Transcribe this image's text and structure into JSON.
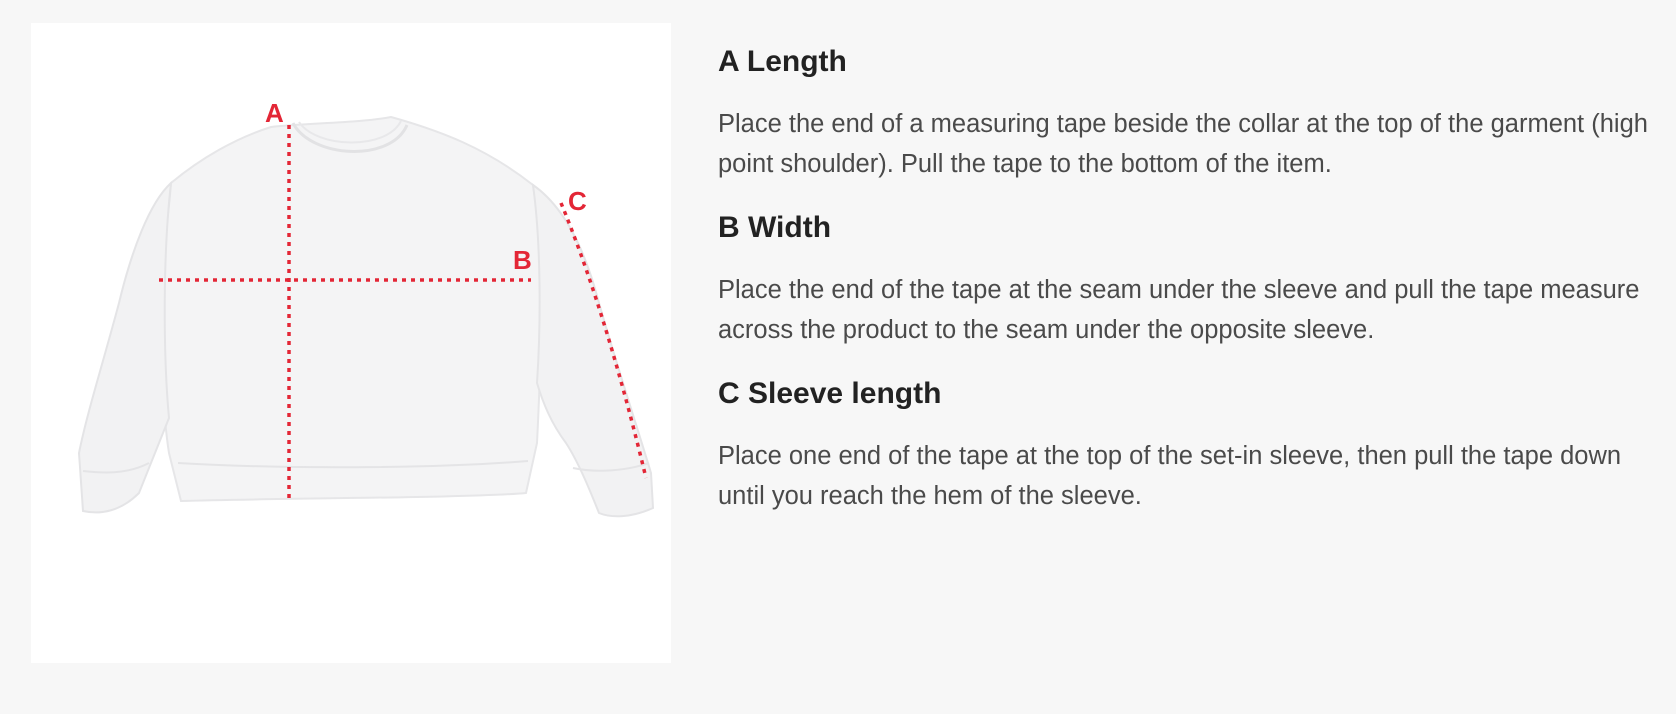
{
  "image": {
    "markers": [
      {
        "letter": "A"
      },
      {
        "letter": "B"
      },
      {
        "letter": "C"
      }
    ],
    "colors": {
      "measure_line": "#e32636",
      "garment": "#f4f4f5",
      "panel_bg": "#ffffff"
    },
    "icon": "sweatshirt-measurement-diagram"
  },
  "sections": [
    {
      "title": "A Length",
      "text": "Place the end of a measuring tape beside the collar at the top of the garment (high point shoulder). Pull the tape to the bottom of the item."
    },
    {
      "title": "B Width",
      "text": "Place the end of the tape at the seam under the sleeve and pull the tape measure across the product to the seam under the opposite sleeve."
    },
    {
      "title": "C Sleeve length",
      "text": "Place one end of the tape at the top of the set-in sleeve, then pull the tape down until you reach the hem of the sleeve."
    }
  ]
}
